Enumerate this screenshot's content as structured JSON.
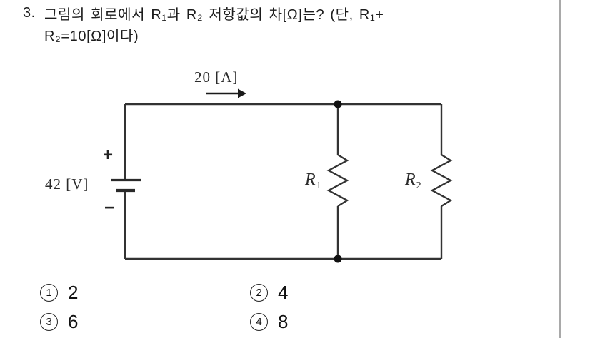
{
  "question": {
    "number": "3.",
    "line1": "그림의 회로에서 R₁과 R₂ 저항값의 차[Ω]는? (단, R₁+",
    "line2": "R₂=10[Ω]이다)"
  },
  "circuit": {
    "current_label": "20 [A]",
    "voltage_label": "42 [V]",
    "plus_label": "+",
    "minus_label": "−",
    "r1": {
      "base": "R",
      "sub": "1"
    },
    "r2": {
      "base": "R",
      "sub": "2"
    }
  },
  "choices": [
    {
      "marker": "1",
      "text": "2"
    },
    {
      "marker": "2",
      "text": "4"
    },
    {
      "marker": "3",
      "text": "6"
    },
    {
      "marker": "4",
      "text": "8"
    }
  ],
  "colors": {
    "wire": "#333333",
    "node": "#111111",
    "text": "#1c1c1c",
    "divider": "#a9a9a9"
  }
}
